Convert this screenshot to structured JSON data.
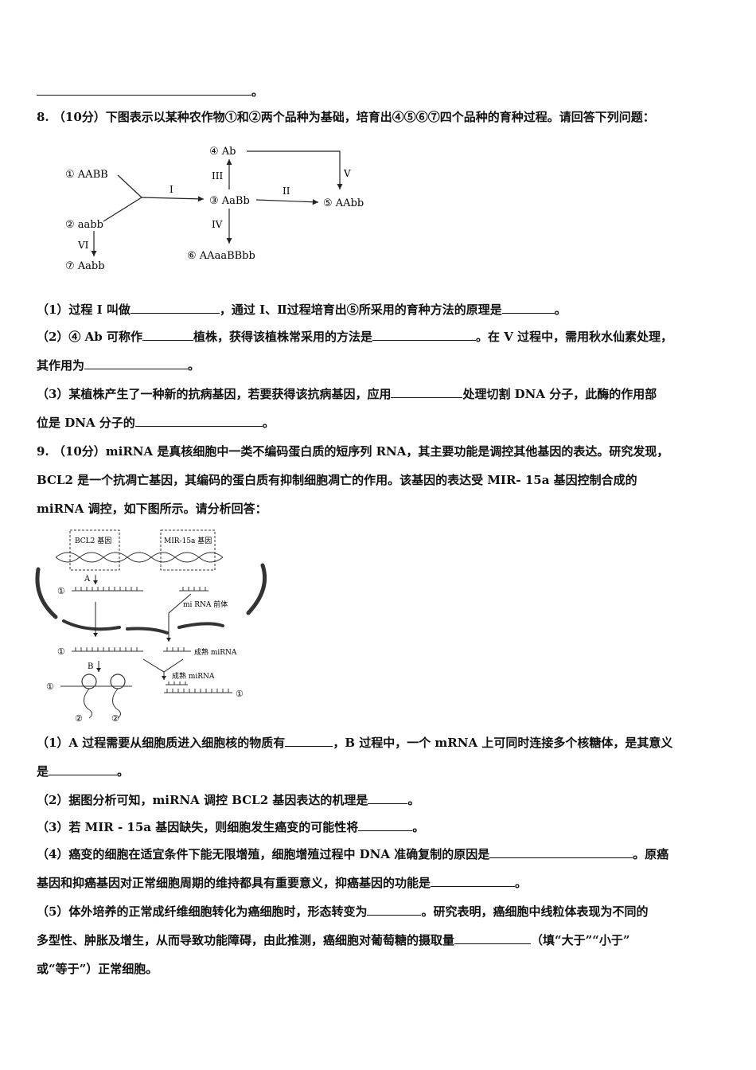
{
  "top_tail": "。",
  "q8": {
    "header": "8. （10分）下图表示以某种农作物①和②两个品种为基础，培育出④⑤⑥⑦四个品种的育种过程。请回答下列问题：",
    "diagram": {
      "n1": "① AABB",
      "n2": "② aabb",
      "n3": "③ AaBb",
      "n4": "④ Ab",
      "n5": "⑤ AAbb",
      "n6": "⑥ AAaaBBbb",
      "n7": "⑦ Aabb",
      "l1": "I",
      "l2": "II",
      "l3": "III",
      "l4": "IV",
      "l5": "V",
      "l6": "VI"
    },
    "s1a": "（1）过程 I 叫做",
    "s1b": "，通过 I、Ⅱ过程培育出⑤所采用的育种方法的原理是",
    "s1c": "。",
    "s2a": "（2）④ Ab 可称作",
    "s2b": "植株，获得该植株常采用的方法是",
    "s2c": "。在 V 过程中，需用秋水仙素处理，",
    "s2d": "其作用为",
    "s2e": "。",
    "s3a": "（3）某植株产生了一种新的抗病基因，若要获得该抗病基因，应用",
    "s3b": "处理切割 DNA 分子，此酶的作用部",
    "s3c": "位是 DNA 分子的",
    "s3d": "。"
  },
  "q9": {
    "h1": "9. （10分）miRNA 是真核细胞中一类不编码蛋白质的短序列 RNA，其主要功能是调控其他基因的表达。研究发现，",
    "h2": "BCL2 是一个抗凋亡基因，其编码的蛋白质有抑制细胞凋亡的作用。该基因的表达受 MIR- 15a 基因控制合成的",
    "h3": "miRNA 调控，如下图所示。请分析回答：",
    "diagram": {
      "bcl2": "BCL2 基因",
      "mir": "MIR-15a 基因",
      "A": "A",
      "B": "B",
      "c1": "①",
      "c2": "②",
      "pre": "mi RNA 前体",
      "mature": "成熟 miRNA"
    },
    "s1a": "（1）A 过程需要从细胞质进入细胞核的物质有",
    "s1b": "，B 过程中，一个 mRNA 上可同时连接多个核糖体，是其意义",
    "s1c": "是",
    "s1d": "。",
    "s2a": "（2）据图分析可知，miRNA 调控 BCL2 基因表达的机理是",
    "s2b": "。",
    "s3a": "（3）若 MIR - 15a 基因缺失，则细胞发生癌变的可能性将",
    "s3b": "。",
    "s4a": "（4）癌变的细胞在适宜条件下能无限增殖，细胞增殖过程中 DNA 准确复制的原因是",
    "s4b": "。原癌",
    "s4c": "基因和抑癌基因对正常细胞周期的维持都具有重要意义，抑癌基因的功能是",
    "s4d": "。",
    "s5a": "（5）体外培养的正常成纤维细胞转化为癌细胞时，形态转变为",
    "s5b": "。研究表明，癌细胞中线粒体表现为不同的",
    "s5c": "多型性、肿胀及增生，从而导致功能障碍，由此推测，癌细胞对葡萄糖的摄取量",
    "s5d": "（填“大于”“小于”",
    "s5e": "或“等于”）正常细胞。"
  }
}
